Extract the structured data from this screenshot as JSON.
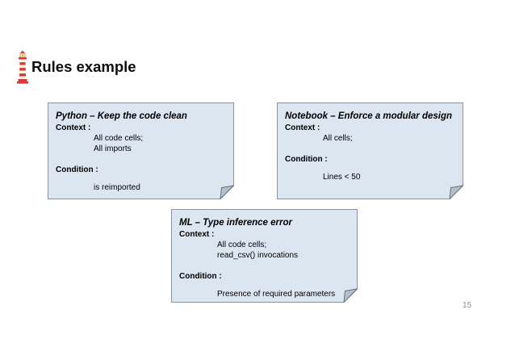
{
  "slide": {
    "title": "Rules example",
    "page_number": "15",
    "icon": "lighthouse-icon"
  },
  "colors": {
    "card_fill": "#dce6f1",
    "card_border": "#8794a2",
    "fold_fill": "#b3bfca",
    "fold_border": "#62707e",
    "title_color": "#0d0d0d",
    "page_number_color": "#8f8f8f",
    "lighthouse_red": "#d83a3a",
    "lighthouse_cream": "#fdf3df"
  },
  "cards": [
    {
      "title": "Python – Keep the code clean",
      "context_label": "Context :",
      "context_lines": [
        "All code cells;",
        "All imports"
      ],
      "condition_label": "Condition :",
      "condition_lines": [
        "is reimported"
      ]
    },
    {
      "title": "Notebook – Enforce a modular design",
      "context_label": "Context :",
      "context_lines": [
        "All cells;"
      ],
      "condition_label": "Condition :",
      "condition_lines": [
        "Lines < 50"
      ]
    },
    {
      "title": "ML – Type inference error",
      "context_label": "Context :",
      "context_lines": [
        "All code cells;",
        "read_csv() invocations"
      ],
      "condition_label": "Condition :",
      "condition_lines": [
        "Presence of required parameters"
      ]
    }
  ]
}
